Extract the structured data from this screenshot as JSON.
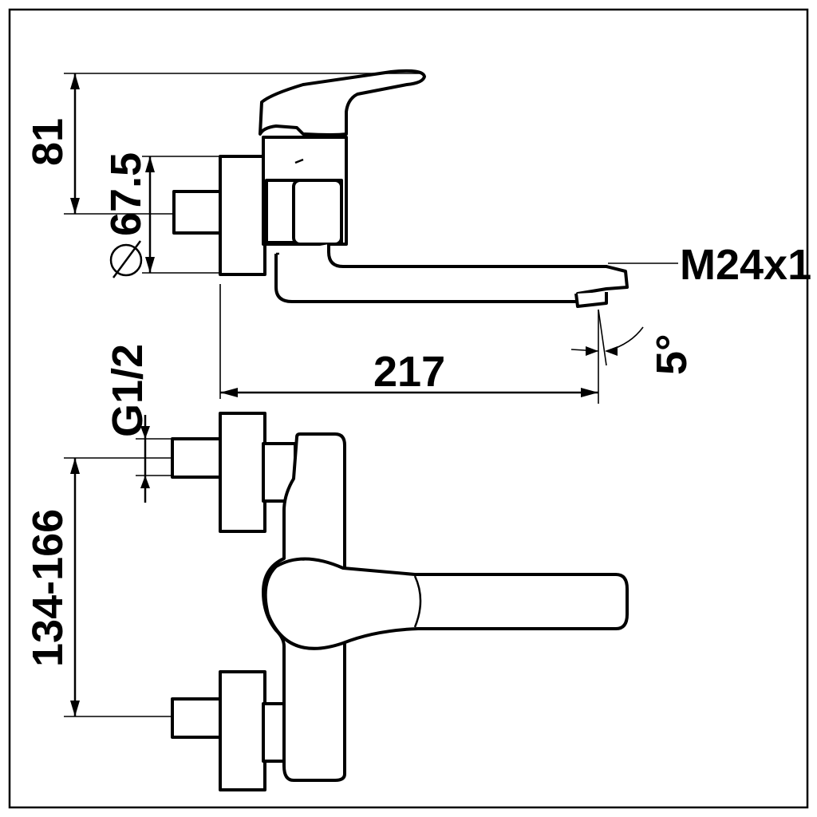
{
  "drawing": {
    "dimensions": {
      "height_81": "81",
      "diameter_67_5": "67.5",
      "thread_m24": "M24x1",
      "reach_217": "217",
      "angle_5": "5°",
      "thread_g12": "G1/2",
      "spacing_134_166": "134-166"
    }
  }
}
